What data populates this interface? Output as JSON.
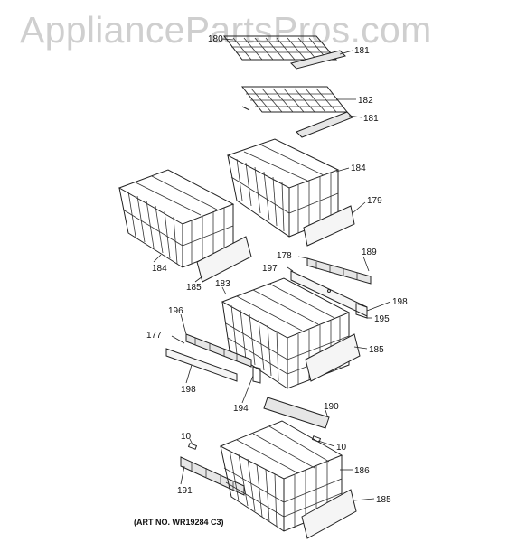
{
  "watermark": "AppliancePartsPros.com",
  "art_number": "(ART NO. WR19284 C3)",
  "labels": {
    "l180": "180",
    "l181a": "181",
    "l182": "182",
    "l181b": "181",
    "l184a": "184",
    "l179": "179",
    "l184b": "184",
    "l185a": "185",
    "l178": "178",
    "l189": "189",
    "l197": "197",
    "l183": "183",
    "l198a": "198",
    "l195": "195",
    "l196": "196",
    "l177": "177",
    "l185b": "185",
    "l198b": "198",
    "l194": "194",
    "l190": "190",
    "l10a": "10",
    "l10b": "10",
    "l186": "186",
    "l191": "191",
    "l185c": "185"
  }
}
